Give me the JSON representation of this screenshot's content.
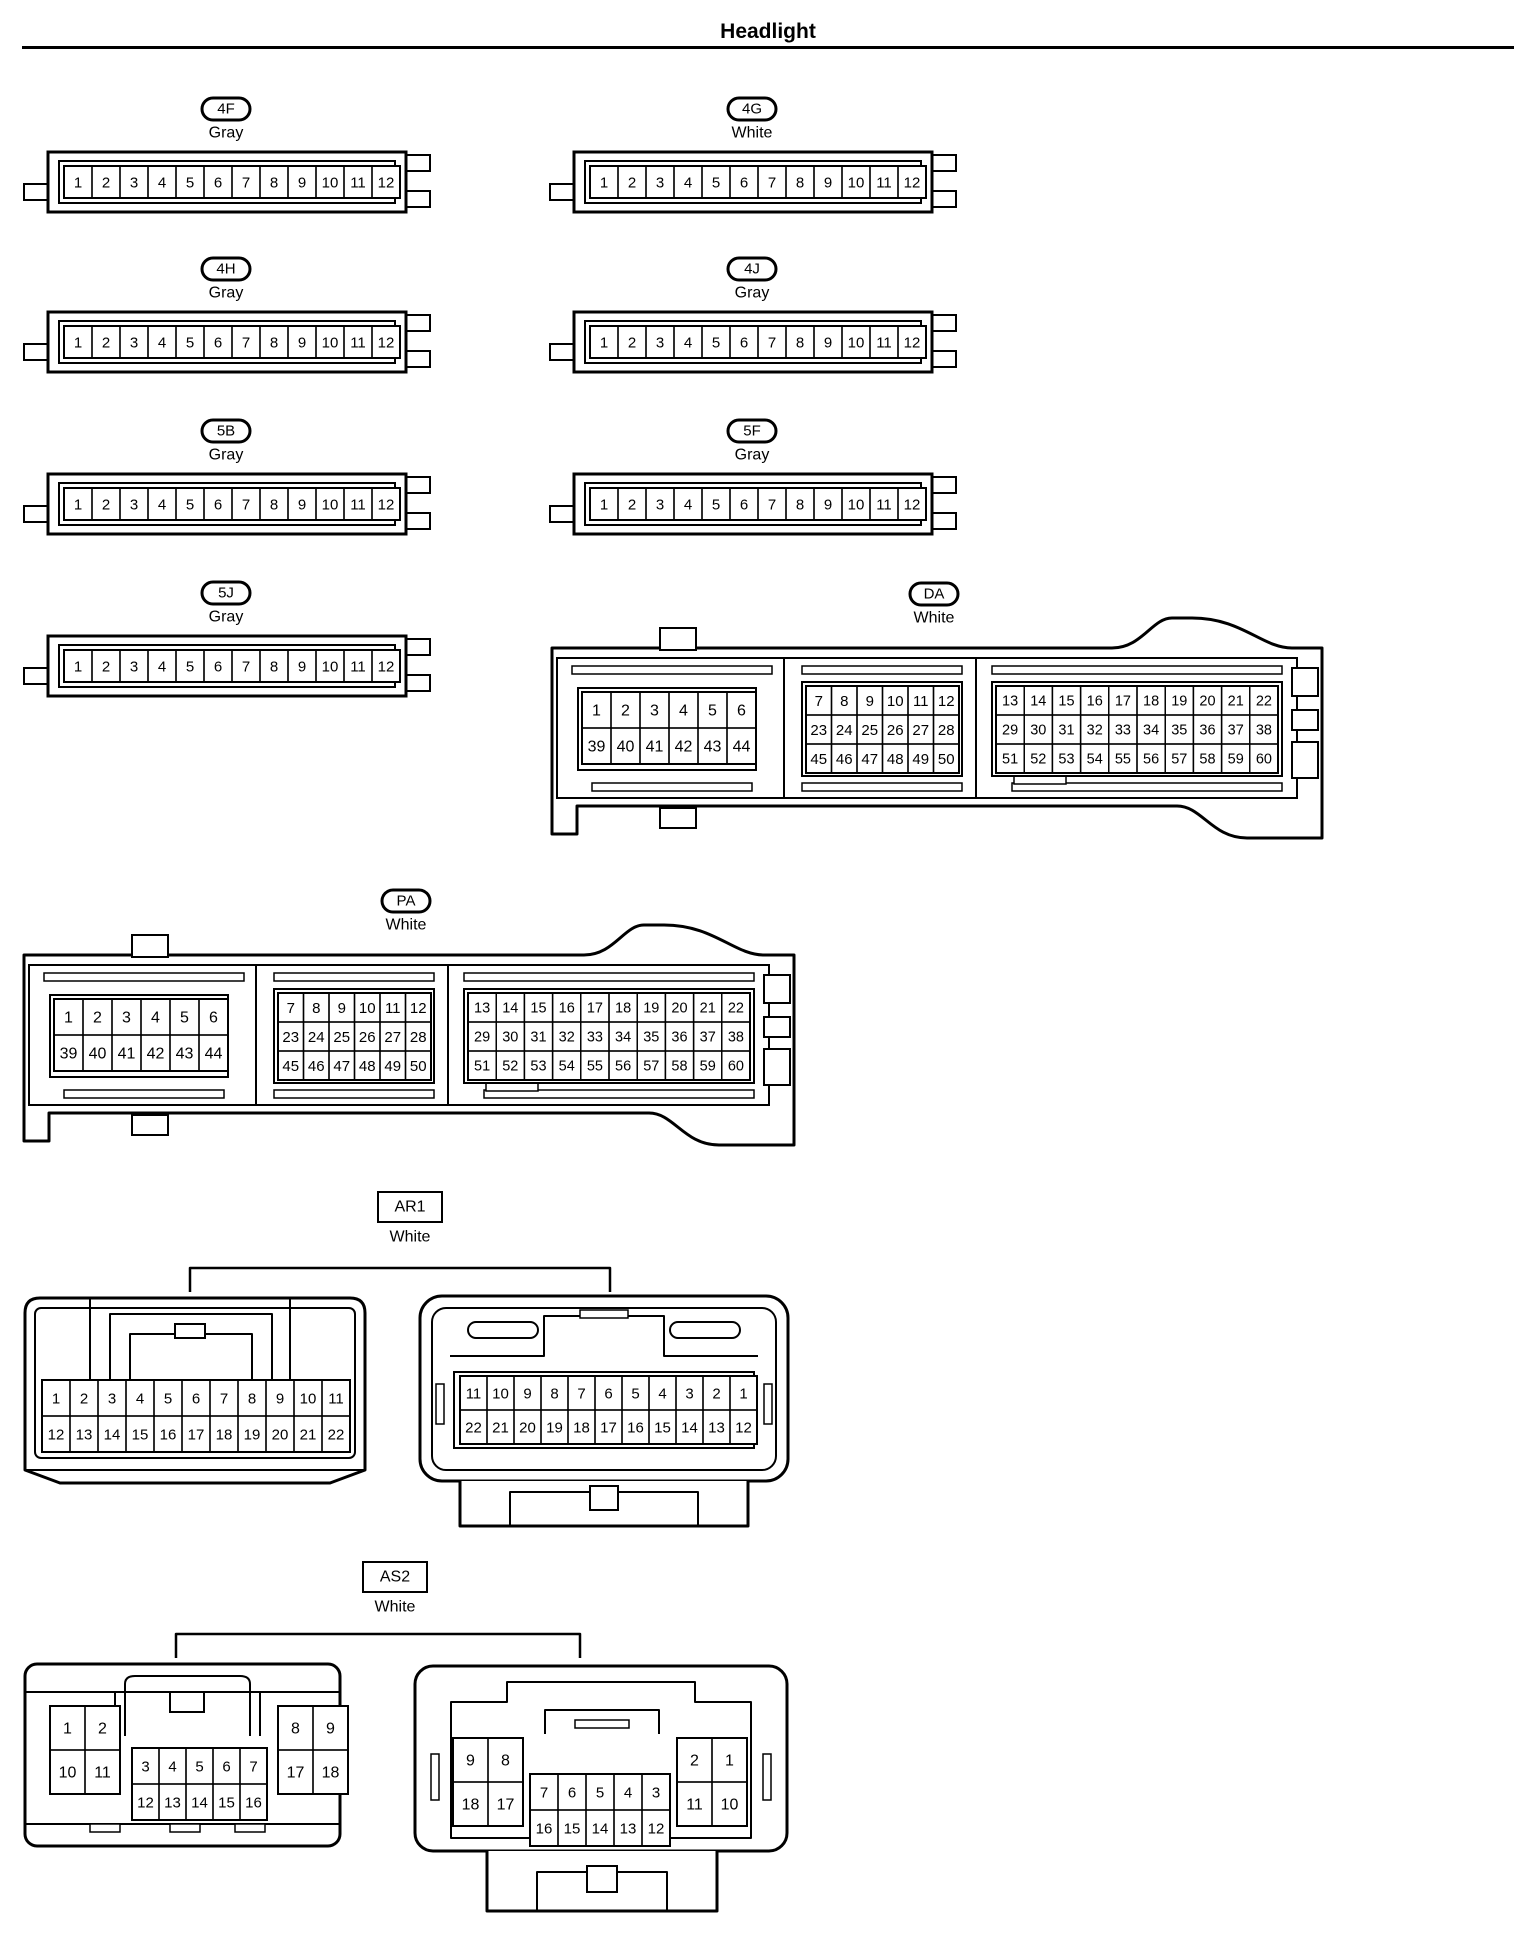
{
  "page": {
    "title": "Headlight"
  },
  "connectors": [
    {
      "id": "4F",
      "color": "Gray",
      "style": "badge-oval",
      "type": "strip",
      "pins": [
        "1",
        "2",
        "3",
        "4",
        "5",
        "6",
        "7",
        "8",
        "9",
        "10",
        "11",
        "12"
      ]
    },
    {
      "id": "4G",
      "color": "White",
      "style": "badge-oval",
      "type": "strip",
      "pins": [
        "1",
        "2",
        "3",
        "4",
        "5",
        "6",
        "7",
        "8",
        "9",
        "10",
        "11",
        "12"
      ]
    },
    {
      "id": "4H",
      "color": "Gray",
      "style": "badge-oval",
      "type": "strip",
      "pins": [
        "1",
        "2",
        "3",
        "4",
        "5",
        "6",
        "7",
        "8",
        "9",
        "10",
        "11",
        "12"
      ]
    },
    {
      "id": "4J",
      "color": "Gray",
      "style": "badge-oval",
      "type": "strip",
      "pins": [
        "1",
        "2",
        "3",
        "4",
        "5",
        "6",
        "7",
        "8",
        "9",
        "10",
        "11",
        "12"
      ]
    },
    {
      "id": "5B",
      "color": "Gray",
      "style": "badge-oval",
      "type": "strip",
      "pins": [
        "1",
        "2",
        "3",
        "4",
        "5",
        "6",
        "7",
        "8",
        "9",
        "10",
        "11",
        "12"
      ]
    },
    {
      "id": "5F",
      "color": "Gray",
      "style": "badge-oval",
      "type": "strip",
      "pins": [
        "1",
        "2",
        "3",
        "4",
        "5",
        "6",
        "7",
        "8",
        "9",
        "10",
        "11",
        "12"
      ]
    },
    {
      "id": "5J",
      "color": "Gray",
      "style": "badge-oval",
      "type": "strip",
      "pins": [
        "1",
        "2",
        "3",
        "4",
        "5",
        "6",
        "7",
        "8",
        "9",
        "10",
        "11",
        "12"
      ]
    },
    {
      "id": "DA",
      "color": "White",
      "style": "badge-oval",
      "type": "block60",
      "blocks": [
        [
          [
            "1",
            "2",
            "3",
            "4",
            "5",
            "6"
          ],
          [
            "39",
            "40",
            "41",
            "42",
            "43",
            "44"
          ]
        ],
        [
          [
            "7",
            "8",
            "9",
            "10",
            "11",
            "12"
          ],
          [
            "23",
            "24",
            "25",
            "26",
            "27",
            "28"
          ],
          [
            "45",
            "46",
            "47",
            "48",
            "49",
            "50"
          ]
        ],
        [
          [
            "13",
            "14",
            "15",
            "16",
            "17",
            "18",
            "19",
            "20",
            "21",
            "22"
          ],
          [
            "29",
            "30",
            "31",
            "32",
            "33",
            "34",
            "35",
            "36",
            "37",
            "38"
          ],
          [
            "51",
            "52",
            "53",
            "54",
            "55",
            "56",
            "57",
            "58",
            "59",
            "60"
          ]
        ]
      ]
    },
    {
      "id": "PA",
      "color": "White",
      "style": "badge-oval",
      "type": "block60",
      "blocks": [
        [
          [
            "1",
            "2",
            "3",
            "4",
            "5",
            "6"
          ],
          [
            "39",
            "40",
            "41",
            "42",
            "43",
            "44"
          ]
        ],
        [
          [
            "7",
            "8",
            "9",
            "10",
            "11",
            "12"
          ],
          [
            "23",
            "24",
            "25",
            "26",
            "27",
            "28"
          ],
          [
            "45",
            "46",
            "47",
            "48",
            "49",
            "50"
          ]
        ],
        [
          [
            "13",
            "14",
            "15",
            "16",
            "17",
            "18",
            "19",
            "20",
            "21",
            "22"
          ],
          [
            "29",
            "30",
            "31",
            "32",
            "33",
            "34",
            "35",
            "36",
            "37",
            "38"
          ],
          [
            "51",
            "52",
            "53",
            "54",
            "55",
            "56",
            "57",
            "58",
            "59",
            "60"
          ]
        ]
      ]
    },
    {
      "id": "AR1",
      "color": "White",
      "style": "badge-rect",
      "type": "pair22",
      "left": [
        [
          "1",
          "2",
          "3",
          "4",
          "5",
          "6",
          "7",
          "8",
          "9",
          "10",
          "11"
        ],
        [
          "12",
          "13",
          "14",
          "15",
          "16",
          "17",
          "18",
          "19",
          "20",
          "21",
          "22"
        ]
      ],
      "right": [
        [
          "11",
          "10",
          "9",
          "8",
          "7",
          "6",
          "5",
          "4",
          "3",
          "2",
          "1"
        ],
        [
          "22",
          "21",
          "20",
          "19",
          "18",
          "17",
          "16",
          "15",
          "14",
          "13",
          "12"
        ]
      ]
    },
    {
      "id": "AS2",
      "color": "White",
      "style": "badge-rect",
      "type": "pair18",
      "left": {
        "outer_left": [
          [
            "1",
            "2"
          ],
          [
            "10",
            "11"
          ]
        ],
        "center": [
          [
            "3",
            "4",
            "5",
            "6",
            "7"
          ],
          [
            "12",
            "13",
            "14",
            "15",
            "16"
          ]
        ],
        "outer_right": [
          [
            "8",
            "9"
          ],
          [
            "17",
            "18"
          ]
        ]
      },
      "right": {
        "outer_left": [
          [
            "9",
            "8"
          ],
          [
            "18",
            "17"
          ]
        ],
        "center": [
          [
            "7",
            "6",
            "5",
            "4",
            "3"
          ],
          [
            "16",
            "15",
            "14",
            "13",
            "12"
          ]
        ],
        "outer_right": [
          [
            "2",
            "1"
          ],
          [
            "11",
            "10"
          ]
        ]
      }
    }
  ]
}
